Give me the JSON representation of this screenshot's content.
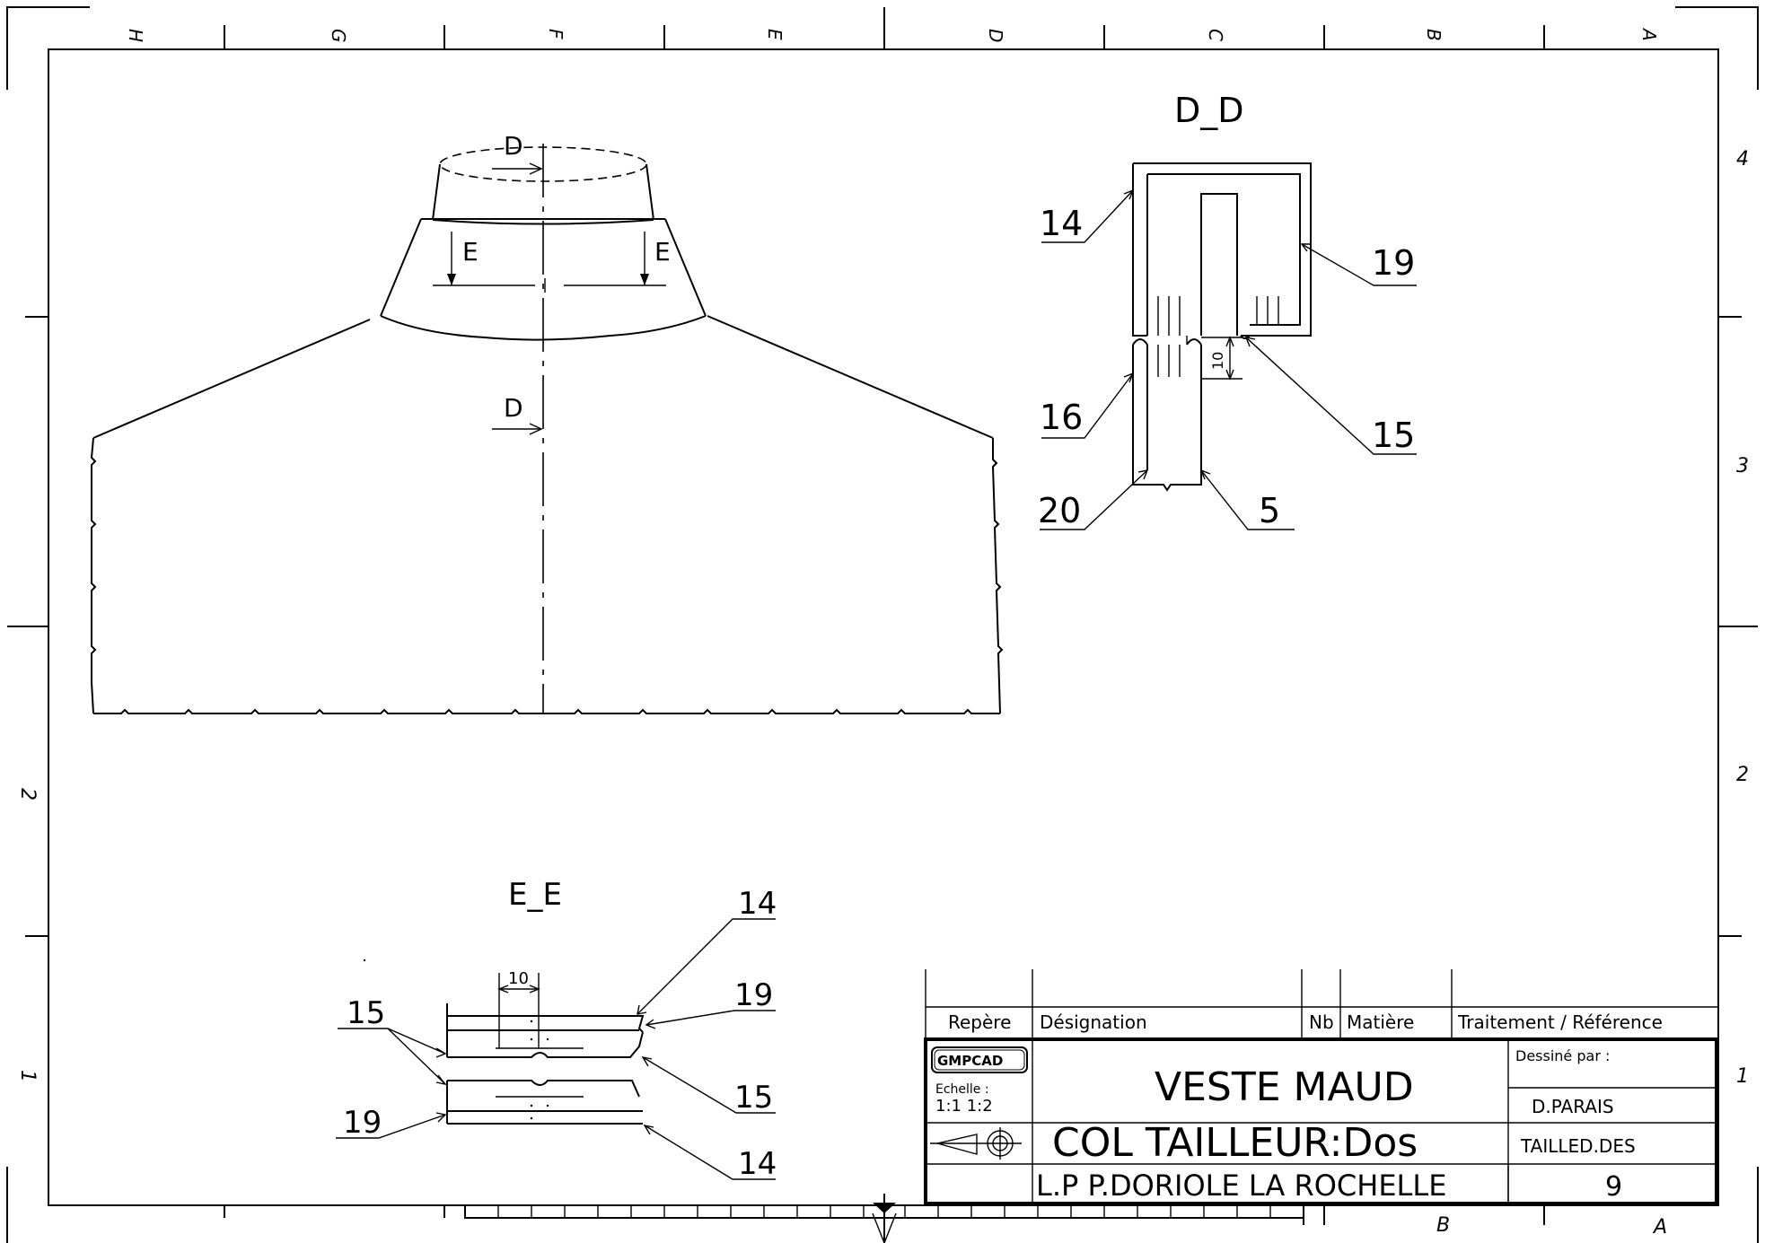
{
  "border": {
    "top_columns": [
      "H",
      "G",
      "F",
      "E",
      "D",
      "C",
      "B",
      "A"
    ],
    "right_rows": [
      "4",
      "3",
      "2",
      "1"
    ],
    "left_rows": [
      "2",
      "1"
    ],
    "bottom_columns": [
      "B",
      "A"
    ]
  },
  "main_view": {
    "section_mark": "D",
    "section_mark_lower": "D",
    "cut_mark_left": "E",
    "cut_mark_right": "E"
  },
  "section_dd": {
    "title": "D_D",
    "labels": {
      "l14": "14",
      "l19": "19",
      "l16": "16",
      "l15": "15",
      "l20": "20",
      "l5": "5"
    },
    "dimension": "10"
  },
  "section_ee": {
    "title": "E_E",
    "dimension": "10",
    "labels": {
      "l14_top": "14",
      "l19_top": "19",
      "l15_left": "15",
      "l15_right": "15",
      "l19_left": "19",
      "l14_bottom": "14"
    }
  },
  "title_block": {
    "headers": {
      "repere": "Repère",
      "designation": "Désignation",
      "nb": "Nb",
      "matiere": "Matière",
      "traitement": "Traitement / Référence"
    },
    "logo": "GMPCAD",
    "echelle_label": "Echelle :",
    "echelle_value": "1:1 1:2",
    "title": "VESTE MAUD",
    "subtitle": "COL TAILLEUR:Dos",
    "school": "L.P P.DORIOLE  LA ROCHELLE",
    "dessine_par_label": "Dessiné par :",
    "author": "D.PARAIS",
    "file": "TAILLED.DES",
    "sheet_number": "9"
  }
}
